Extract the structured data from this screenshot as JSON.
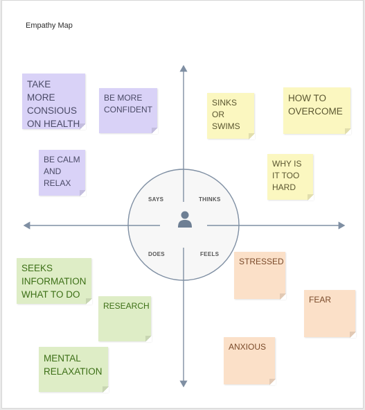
{
  "title": "Empathy Map",
  "quadrants": {
    "says": "SAYS",
    "thinks": "THINKS",
    "does": "DOES",
    "feels": "FEELS"
  },
  "notes": {
    "take_more": [
      "TAKE MORE",
      "CONSIOUS",
      "ON HEALTH"
    ],
    "be_more": [
      "BE MORE",
      "CONFIDENT"
    ],
    "be_calm": [
      "BE CALM",
      "AND",
      "RELAX"
    ],
    "sinks": [
      "SINKS",
      "OR",
      "SWIMS"
    ],
    "how_to": [
      "HOW TO",
      "OVERCOME"
    ],
    "why_is": [
      "WHY IS",
      "IT TOO",
      "HARD"
    ],
    "seeks": [
      "SEEKS",
      "INFORMATION",
      "WHAT TO DO"
    ],
    "research": [
      "RESEARCH"
    ],
    "mental": [
      "MENTAL",
      "RELAXATION"
    ],
    "stressed": [
      "STRESSED"
    ],
    "fear": [
      "FEAR"
    ],
    "anxious": [
      "ANXIOUS"
    ]
  },
  "colors": {
    "purple": "#d9d2f7",
    "yellow": "#fbf7c0",
    "green": "#deedc6",
    "orange": "#fbe0c8",
    "axis": "#7f8fa3"
  },
  "icons": {
    "center": "person-icon"
  }
}
